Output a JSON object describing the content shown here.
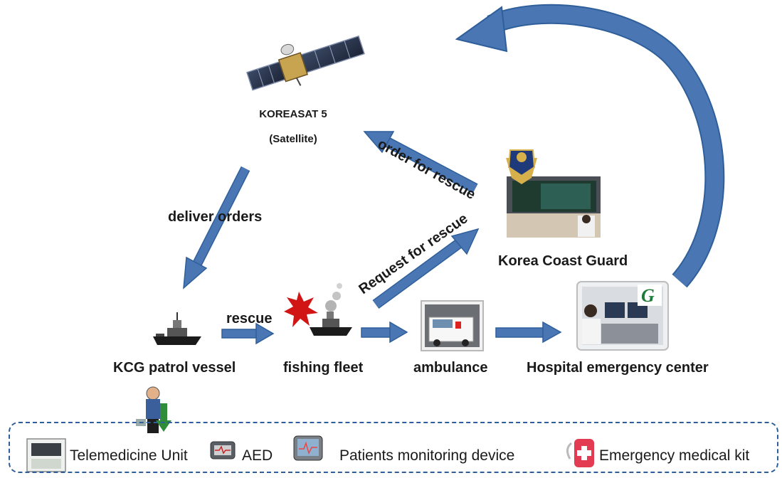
{
  "satellite": {
    "name": "KOREASAT 5",
    "sub": "(Satellite)"
  },
  "nodes": {
    "patrol_vessel": "KCG patrol vessel",
    "fishing_fleet": "fishing fleet",
    "ambulance": "ambulance",
    "hospital": "Hospital emergency center",
    "coast_guard": "Korea Coast Guard"
  },
  "edges": {
    "deliver_orders": "deliver orders",
    "rescue": "rescue",
    "request_for_rescue": "Request for rescue",
    "order_for_rescue": "order for rescue"
  },
  "legend": {
    "items": [
      {
        "label": "Telemedicine Unit",
        "icon": "telemedicine-unit-icon"
      },
      {
        "label": "AED",
        "icon": "aed-icon"
      },
      {
        "label": "Patients monitoring device",
        "icon": "monitoring-device-icon"
      },
      {
        "label": "Emergency medical kit",
        "icon": "medical-kit-icon"
      }
    ]
  },
  "colors": {
    "arrow": "#4a77b4",
    "arrow_stroke": "#2f5f9a",
    "legend_border": "#2f5f9a"
  }
}
